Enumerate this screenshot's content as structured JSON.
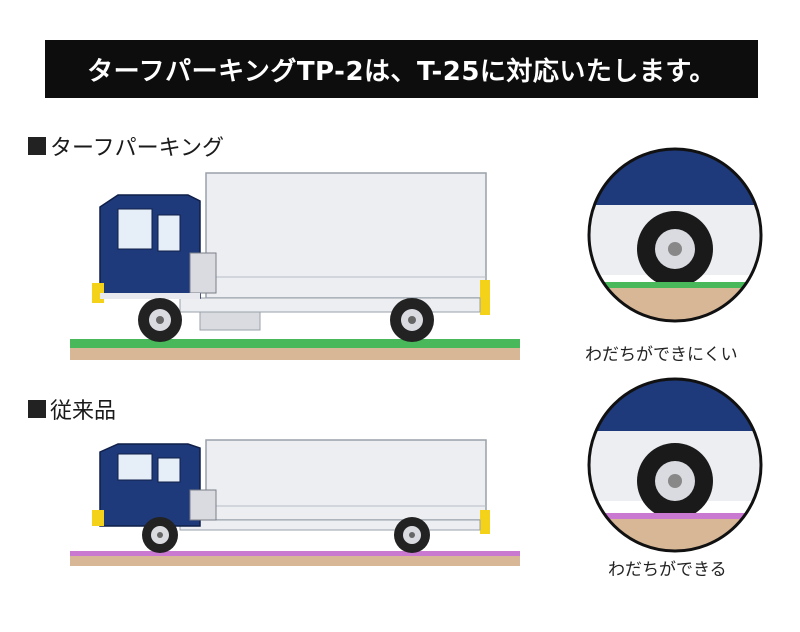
{
  "banner": {
    "text": "ターフパーキングTP-2は、T-25に対応いたします。"
  },
  "sections": [
    {
      "label": "ターフパーキング",
      "caption": "わだちができにくい",
      "ground_color": "#49b85a"
    },
    {
      "label": "従来品",
      "caption": "わだちができる",
      "ground_color": "#c97ad0"
    }
  ],
  "colors": {
    "cab": "#1f3a7a",
    "body": "#eceef2",
    "bumper": "#f5d21a",
    "soil": "#b98a5a"
  }
}
